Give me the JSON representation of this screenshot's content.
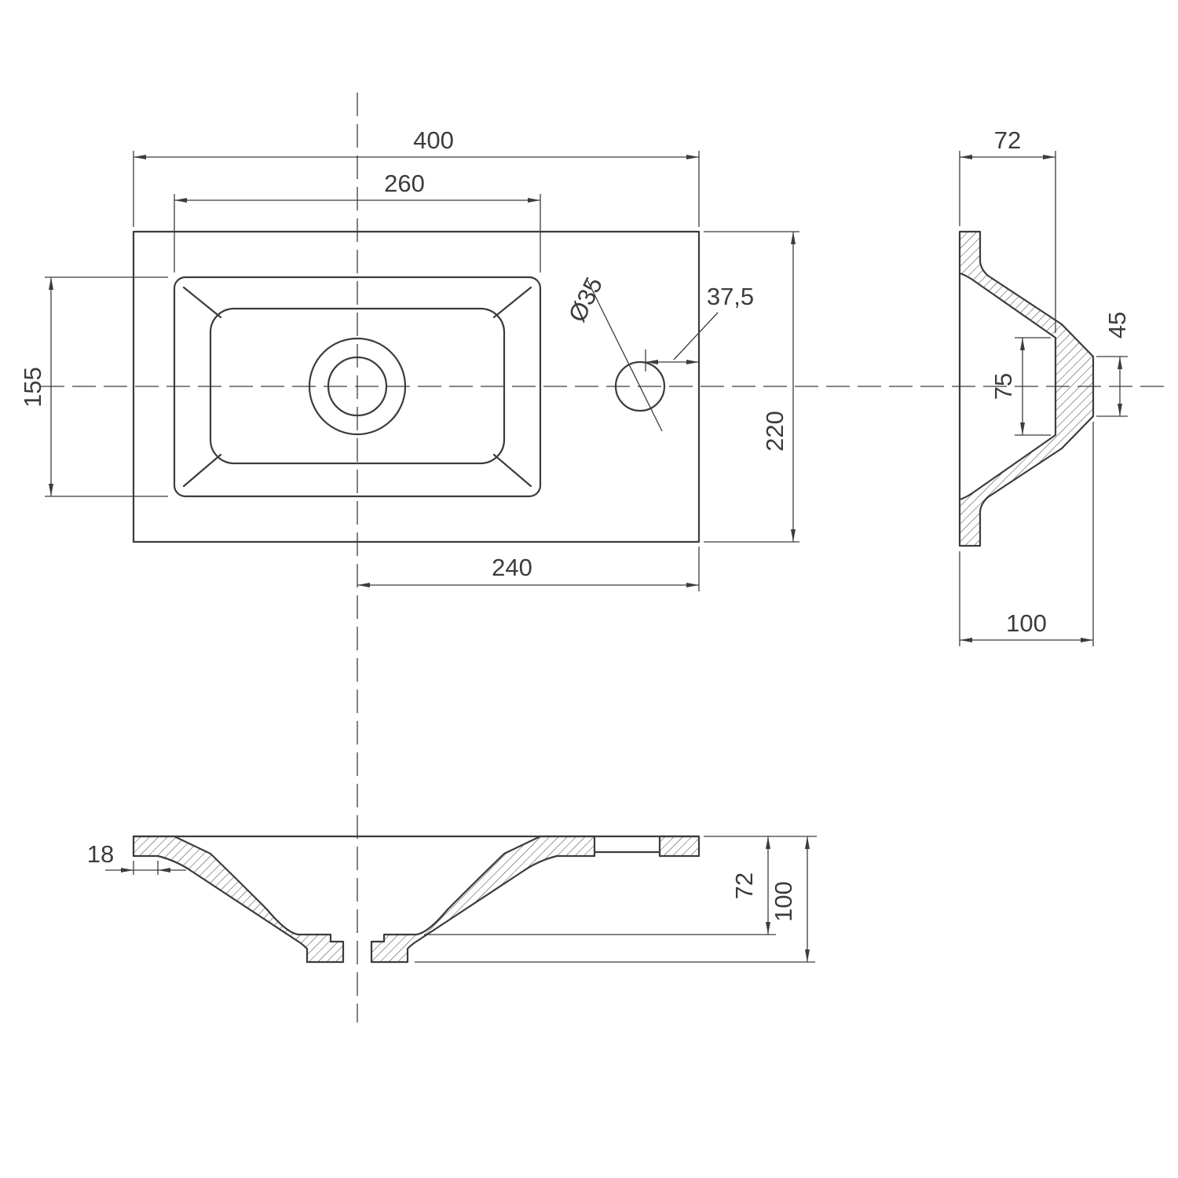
{
  "drawing": {
    "subject": "washbasin-technical-drawing",
    "line_color": "#3c3c3c",
    "background_color": "#ffffff",
    "top_view": {
      "overall_width": "400",
      "bowl_width": "260",
      "bowl_depth": "155",
      "drain_center_to_edge": "240",
      "overall_depth": "220",
      "tap_hole_offset": "37,5",
      "tap_hole_diameter": "Ø35"
    },
    "side_section": {
      "bowl_inner_depth": "72",
      "drain_flat_length": "75",
      "drain_boss_width": "45",
      "overall_height": "100"
    },
    "front_section": {
      "rim_edge_flat": "18",
      "bowl_inner_depth": "72",
      "overall_height": "100"
    }
  }
}
